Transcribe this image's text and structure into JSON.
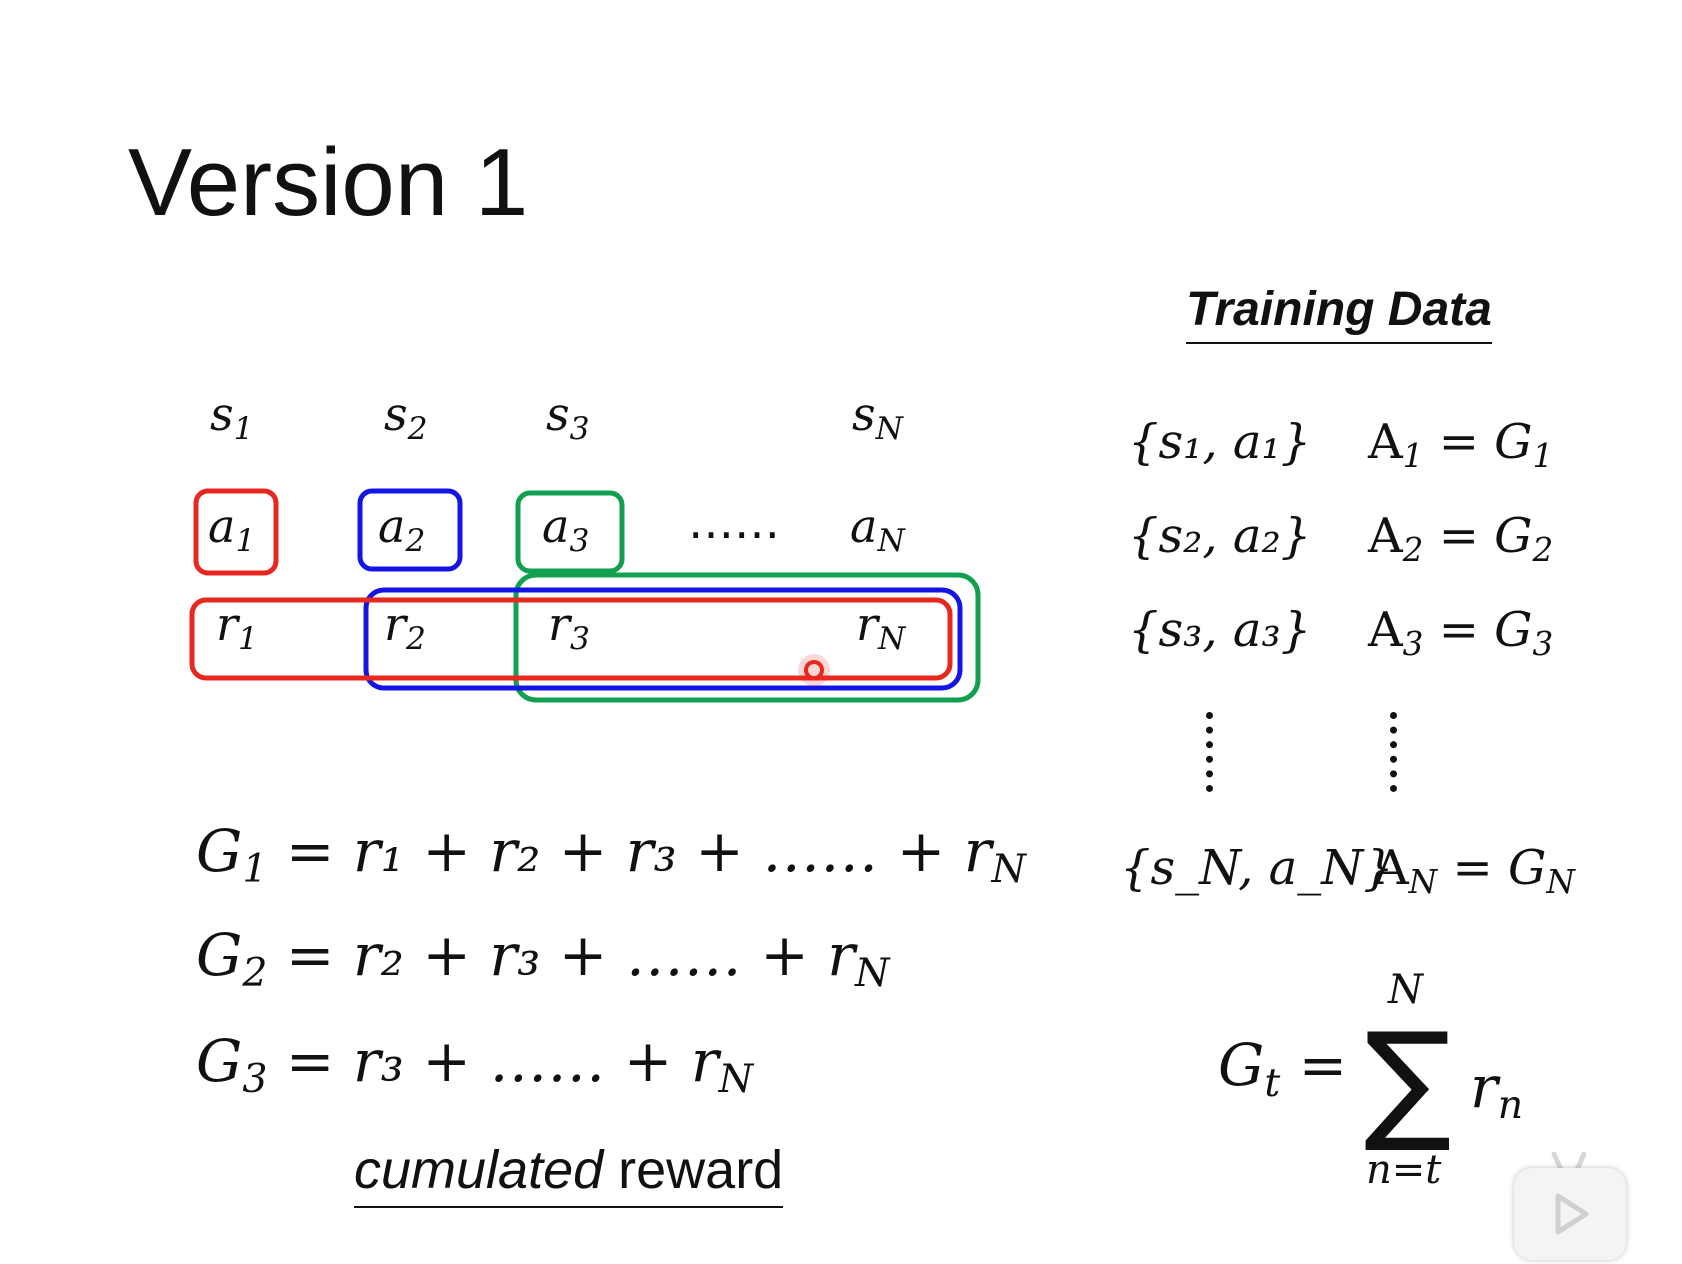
{
  "slide": {
    "title": "Version 1",
    "training_title": "Training Data"
  },
  "sequence": {
    "states": [
      {
        "sym": "s",
        "sub": "1"
      },
      {
        "sym": "s",
        "sub": "2"
      },
      {
        "sym": "s",
        "sub": "3"
      },
      {
        "sym": "s",
        "sub": "N"
      }
    ],
    "actions": [
      {
        "sym": "a",
        "sub": "1"
      },
      {
        "sym": "a",
        "sub": "2"
      },
      {
        "sym": "a",
        "sub": "3"
      },
      {
        "sym": "a",
        "sub": "N"
      }
    ],
    "rewards": [
      {
        "sym": "r",
        "sub": "1"
      },
      {
        "sym": "r",
        "sub": "2"
      },
      {
        "sym": "r",
        "sub": "3"
      },
      {
        "sym": "r",
        "sub": "N"
      }
    ],
    "ellipsis": "……"
  },
  "equations": {
    "g1": {
      "lhs": "G",
      "lhs_sub": "1",
      "rhs": "= r₁ + r₂ + r₃ + …… + r"
    },
    "g2": {
      "lhs": "G",
      "lhs_sub": "2",
      "rhs": "= r₂ + r₃ + …… + r"
    },
    "g3": {
      "lhs": "G",
      "lhs_sub": "3",
      "rhs": "= r₃ + …… + r"
    },
    "tail_sub": "N"
  },
  "caption": {
    "italic": "cumulated",
    "plain": " reward"
  },
  "training_data": {
    "rows": [
      {
        "pair": "{s₁, a₁}",
        "adv": "A",
        "adv_sub": "1",
        "ret": "= G",
        "ret_sub": "1"
      },
      {
        "pair": "{s₂, a₂}",
        "adv": "A",
        "adv_sub": "2",
        "ret": "= G",
        "ret_sub": "2"
      },
      {
        "pair": "{s₃, a₃}",
        "adv": "A",
        "adv_sub": "3",
        "ret": "= G",
        "ret_sub": "3"
      },
      {
        "pair": "{s_N, a_N}",
        "adv": "A",
        "adv_sub": "N",
        "ret": "= G",
        "ret_sub": "N"
      }
    ]
  },
  "formula": {
    "lhs": "G",
    "lhs_sub": "t",
    "eq": "=",
    "sigma": "∑",
    "upper": "N",
    "lower": "n=t",
    "term": "r",
    "term_sub": "n"
  },
  "colors": {
    "red": "#e8281e",
    "blue": "#1414e6",
    "green": "#10a050",
    "text": "#111111"
  }
}
